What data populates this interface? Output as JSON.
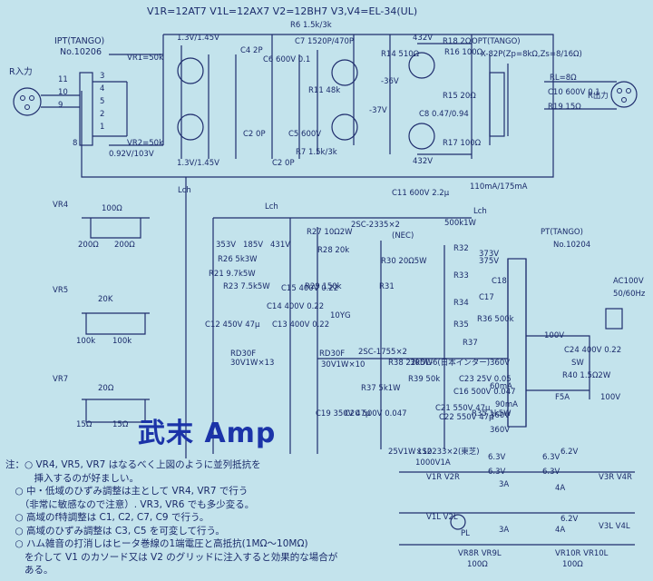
{
  "header": {
    "tubes": "V1R=12AT7 V1L=12AX7   V2=12BH7  V3,V4=EL-34(UL)"
  },
  "input": {
    "ipt": "IPT(TANGO)",
    "ipt_no": "No.10206",
    "r_in": "R入力",
    "pins": [
      "11",
      "10",
      "9",
      "8"
    ],
    "pins_r": [
      "3",
      "4",
      "5",
      "2",
      "1"
    ]
  },
  "labels": [
    "VR1=50k",
    "VR2=50k",
    "0.92V/103V",
    "1.3V/1.45V",
    "1.3V/1.45V",
    "C4 2P",
    "C2 0P",
    "C2 0P",
    "C5 600V",
    "C6 600V 0.1",
    "C7 1520P/470P",
    "R6 1.5k/3k",
    "R7 1.5k/3k",
    "R11 48k",
    "432V",
    "432V",
    "-36V",
    "-37V",
    "R14 510Ω",
    "R18 2Ω",
    "R16 100Ω",
    "R17 100Ω",
    "R15 20Ω",
    "C8 0.47/0.94",
    "OPT(TANGO)",
    "X-82P(Zp=8kΩ,Zs=8/16Ω)",
    "RL=8Ω",
    "R出力",
    "C10 600V 0.1",
    "R19 15Ω",
    "110mA/175mA",
    "C11 600V 2.2μ",
    "Lch",
    "Lch",
    "Lch",
    "2SC-2335×2",
    "(NEC)",
    "500k1W",
    "PT(TANGO)",
    "No.10204",
    "373V",
    "375V",
    "353V",
    "185V",
    "431V",
    "R27 10Ω2W",
    "R32",
    "R33",
    "R34",
    "R35",
    "R37",
    "C18",
    "C17",
    "R26 5k3W",
    "R21 9.7k5W",
    "R23 7.5k5W",
    "R28 20k",
    "R29 150k",
    "R30 20Ω5W",
    "R31",
    "10YG",
    "RD30F",
    "RD30F",
    "30V1W×13",
    "30V1W×10",
    "25V1W×10",
    "2SC-1755×2",
    "30DL-6(日本インター)",
    "1S2233×2(東芝)",
    "1000V1A",
    "R38 22k5W",
    "R36 500k",
    "R39 50k",
    "C14 400V 0.22",
    "C15 400V 0.22",
    "C19 350V 47μ",
    "C20 500V 0.047",
    "C21 550V 47μ",
    "C22 550V 47μ",
    "C16 500V 0.047",
    "C12 450V 47μ",
    "C13 400V 0.22",
    "C23 25V 0.05",
    "R35 1k5W",
    "R37 5k1W",
    "100V",
    "C24 400V 0.22",
    "R40 1.5Ω2W",
    "SW",
    "F5A",
    "100V",
    "AC100V",
    "50/60Hz",
    "360V",
    "360V",
    "360V",
    "60mA",
    "90mA",
    "6.3V",
    "6.3V",
    "6.3V",
    "6.3V",
    "3A",
    "3A",
    "4A",
    "4A",
    "V1R V2R",
    "V1L V2L",
    "V3R V4R",
    "V3L V4L",
    "PL",
    "6.2V",
    "6.2V",
    "VR8R VR9L",
    "VR10R VR10L",
    "100Ω",
    "100Ω",
    "VR4",
    "VR5",
    "VR7",
    "100Ω",
    "200Ω",
    "200Ω",
    "20K",
    "100k",
    "100k",
    "20Ω",
    "15Ω",
    "15Ω"
  ],
  "brand": {
    "title": "武末 Amp"
  },
  "notes": [
    "注：○ VR4, VR5, VR7 はなるべく上図のように並列抵抗を",
    "　　　挿入するのが好ましい。",
    "　○ 中・低域のひずみ調整は主として VR4, VR7 で行う",
    "　　（非常に敏感なので注意）. VR3, VR6 でも多少変る。",
    "　○ 高域のf特調整は C1, C2, C7, C9 で行う。",
    "　○ 高域のひずみ調整は C3, C5 を可変して行う。",
    "　○ ハム雑音の打消しはヒータ巻線の1端電圧と高抵抗(1MΩ～10MΩ)",
    "　　を介して V1 のカソード又は V2 のグリッドに注入すると効果的な場合が",
    "　　ある。"
  ]
}
